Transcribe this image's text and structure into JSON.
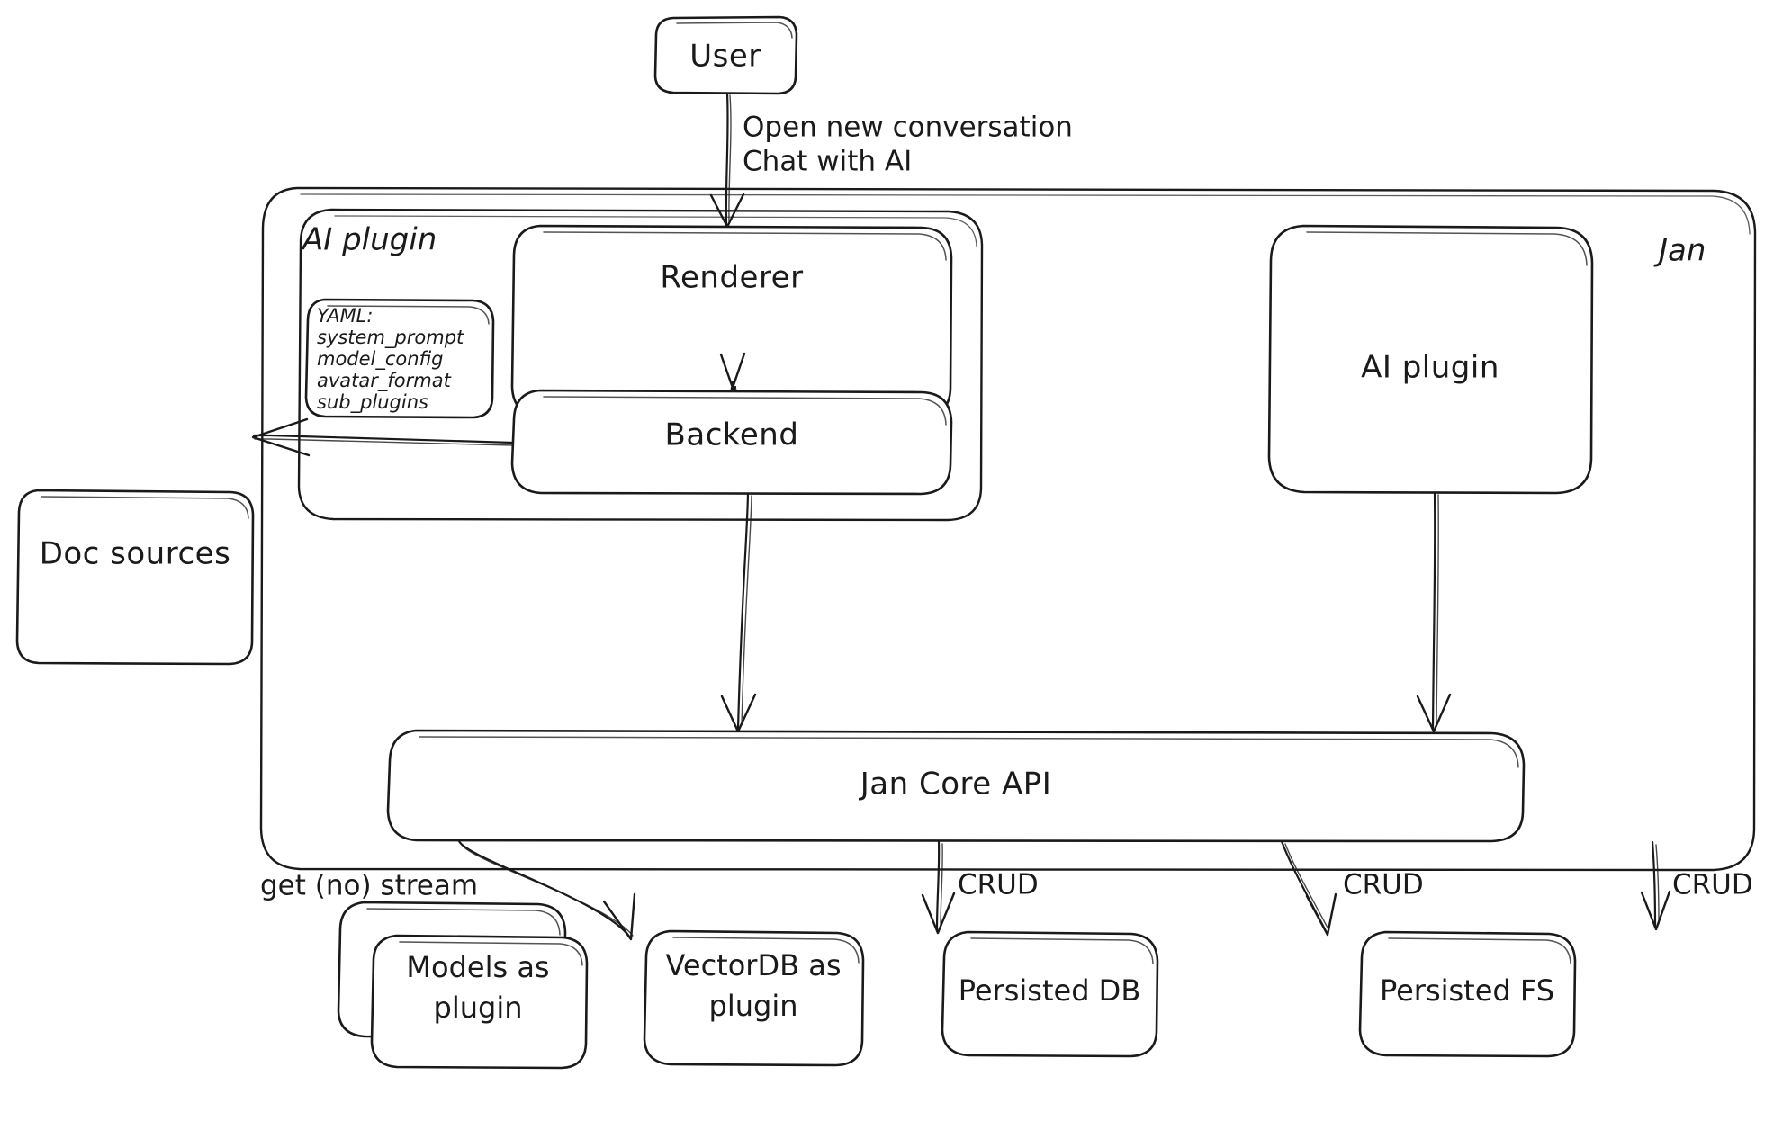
{
  "diagram": {
    "title": "Jan architecture diagram",
    "style": "hand-drawn sketch",
    "stroke_color": "#1a1a1a",
    "background_color": "#ffffff"
  },
  "nodes": {
    "user": {
      "label": "User"
    },
    "jan_frame": {
      "label": "Jan"
    },
    "ai_plugin_group": {
      "label": "AI plugin"
    },
    "yaml_box": {
      "lines": [
        "YAML:",
        "system_prompt",
        "model_config",
        "avatar_format",
        "sub_plugins"
      ]
    },
    "renderer": {
      "label": "Renderer"
    },
    "backend": {
      "label": "Backend"
    },
    "ai_plugin_right": {
      "label": "AI plugin"
    },
    "doc_sources": {
      "label": "Doc sources"
    },
    "jan_core_api": {
      "label": "Jan Core API"
    },
    "models_as_plugin": {
      "line1": "Models as",
      "line2": "plugin"
    },
    "vectordb_as_plugin": {
      "line1": "VectorDB as",
      "line2": "plugin"
    },
    "persisted_db": {
      "label": "Persisted DB"
    },
    "persisted_fs": {
      "label": "Persisted FS"
    }
  },
  "edges": {
    "user_to_renderer": {
      "line1": "Open new conversation",
      "line2": "Chat with AI"
    },
    "renderer_to_backend": {
      "label": ""
    },
    "backend_to_doc_sources": {
      "label": ""
    },
    "backend_to_core": {
      "label": ""
    },
    "ai_plugin_to_core": {
      "label": ""
    },
    "core_to_models": {
      "label": "get (no) stream"
    },
    "core_to_vectordb": {
      "label": "CRUD"
    },
    "core_to_persisted_db": {
      "label": "CRUD"
    },
    "core_to_persisted_fs": {
      "label": "CRUD"
    }
  }
}
